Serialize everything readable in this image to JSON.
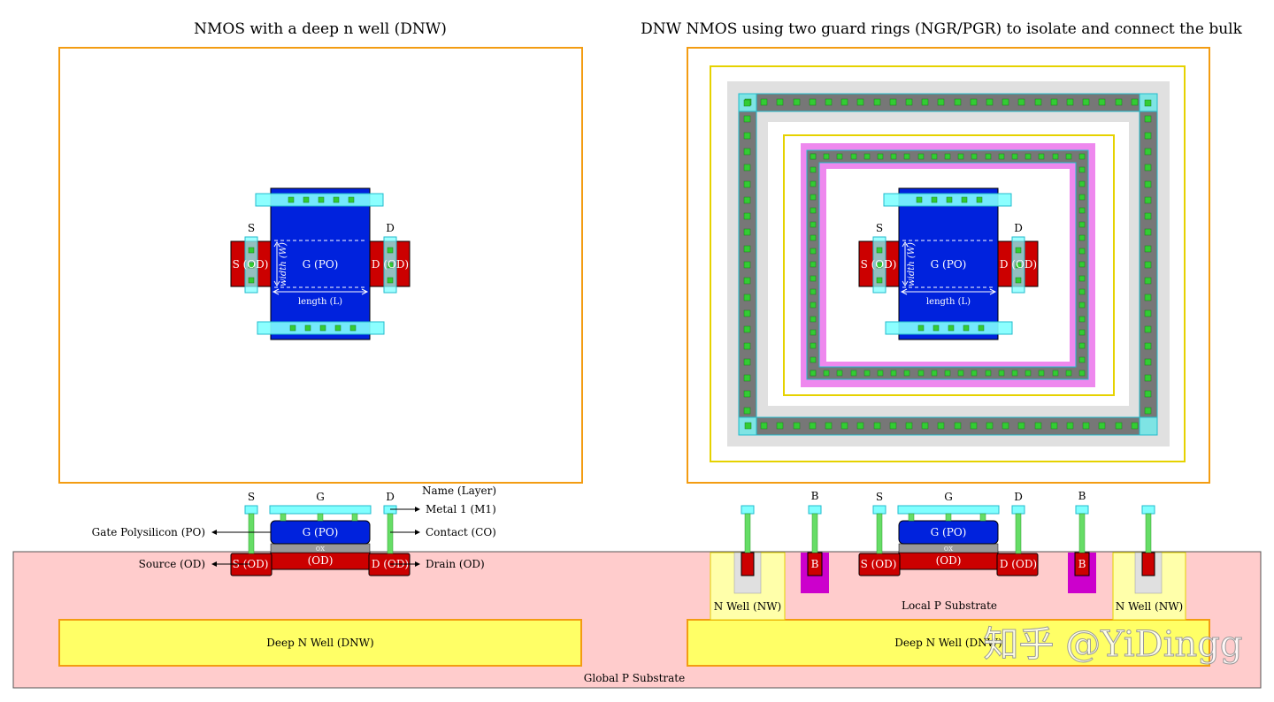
{
  "left_panel": {
    "title": "NMOS with a deep n well (DNW)",
    "source_label": "S",
    "drain_label": "D",
    "source_region": "S (OD)",
    "drain_region": "D (OD)",
    "gate_region": "G (PO)",
    "width_label": "width (W)",
    "length_label": "length (L)"
  },
  "right_panel": {
    "title": "DNW NMOS using two guard rings (NGR/PGR) to isolate and connect the bulk",
    "source_label": "S",
    "drain_label": "D",
    "source_region": "S (OD)",
    "drain_region": "D (OD)",
    "gate_region": "G (PO)",
    "width_label": "width (W)",
    "length_label": "length (L)"
  },
  "cross_section": {
    "left": {
      "terminal_s": "S",
      "terminal_g": "G",
      "terminal_d": "D",
      "gate": "G (PO)",
      "oxide": "ox",
      "channel": "(OD)",
      "source": "S (OD)",
      "drain": "D (OD)",
      "deep_nwell": "Deep N Well (DNW)"
    },
    "legend": {
      "header": "Name (Layer)",
      "metal1": "Metal 1 (M1)",
      "contact": "Contact (CO)",
      "drain": "Drain (OD)",
      "gate_poly": "Gate Polysilicon (PO)",
      "source": "Source (OD)"
    },
    "right": {
      "terminal_b_left": "B",
      "terminal_s": "S",
      "terminal_g": "G",
      "terminal_d": "D",
      "terminal_b_right": "B",
      "gate": "G (PO)",
      "oxide": "ox",
      "channel": "(OD)",
      "source": "S (OD)",
      "drain": "D (OD)",
      "bulk_left": "B",
      "bulk_right": "B",
      "nwell_left": "N Well (NW)",
      "nwell_right": "N Well (NW)",
      "local_substrate": "Local P Substrate",
      "deep_nwell": "Deep N Well (DNW)"
    },
    "global_substrate": "Global P Substrate"
  },
  "watermark": "知乎 @YiDingg",
  "colors": {
    "frame_orange": "#f39c12",
    "dnw_yellow": "#ffff66",
    "nwell_yellow": "#ffffaa",
    "substrate_pink": "#ffcccc",
    "od_red": "#cc0000",
    "poly_blue": "#0022dd",
    "metal_cyan": "#80ffff",
    "contact_green": "#33cc33",
    "pgr_magenta": "#cc00cc",
    "pimplant_pink": "#ee88ee",
    "guard_grey": "#777777",
    "halo_grey": "#e0e0e0"
  }
}
